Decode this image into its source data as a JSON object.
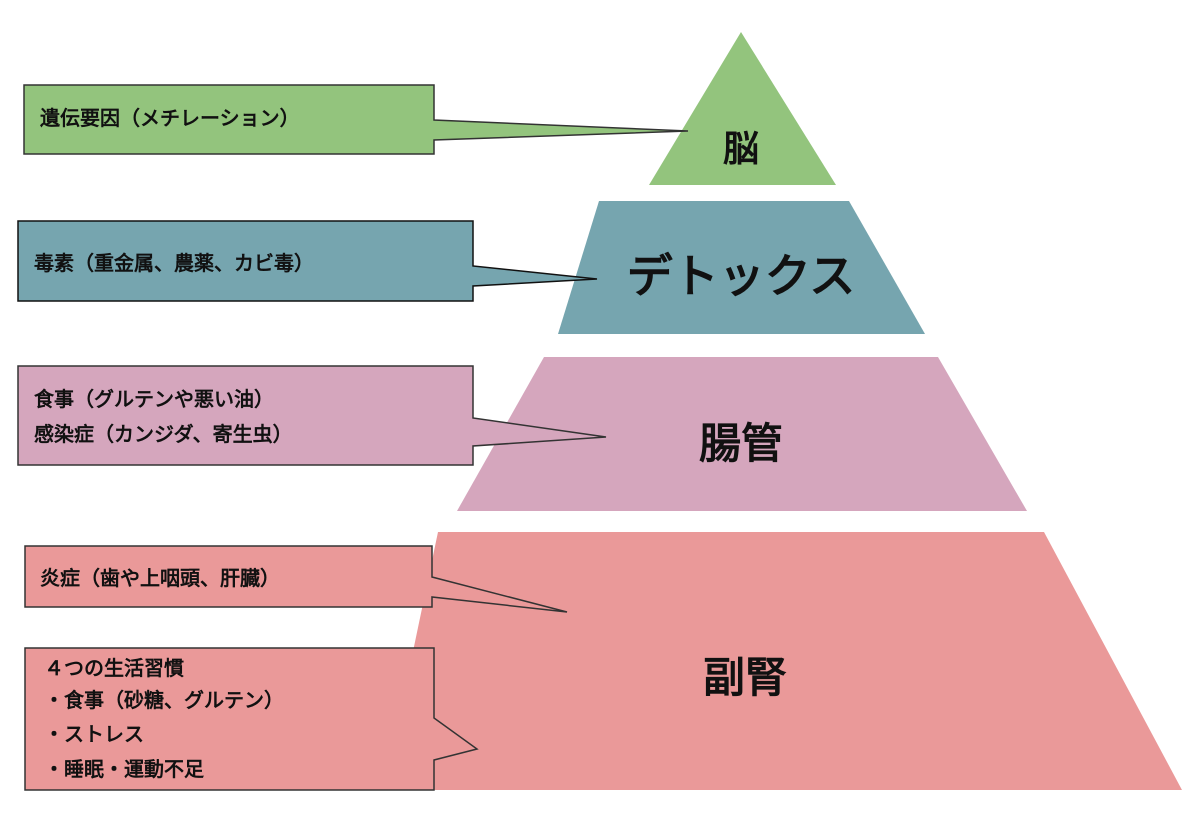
{
  "colors": {
    "brain": "#93c47d",
    "detox": "#76a5af",
    "gut": "#d5a6bd",
    "adrenal": "#ea9999",
    "outline": "#333333",
    "text": "#111111"
  },
  "pyramid": {
    "tiers": [
      {
        "id": "brain",
        "label": "脳"
      },
      {
        "id": "detox",
        "label": "デトックス"
      },
      {
        "id": "gut",
        "label": "腸管"
      },
      {
        "id": "adrenal",
        "label": "副腎"
      }
    ]
  },
  "callouts": {
    "brain": {
      "lines": [
        "遺伝要因（メチレーション）"
      ]
    },
    "detox": {
      "lines": [
        "毒素（重金属、農薬、カビ毒）"
      ]
    },
    "gut": {
      "lines": [
        "食事（グルテンや悪い油）",
        "感染症（カンジダ、寄生虫）"
      ]
    },
    "adrenal_inflammation": {
      "lines": [
        "炎症（歯や上咽頭、肝臓）"
      ]
    },
    "adrenal_lifestyle": {
      "lines": [
        "４つの生活習慣",
        "・食事（砂糖、グルテン）",
        "・ストレス",
        "・睡眠・運動不足"
      ]
    }
  }
}
